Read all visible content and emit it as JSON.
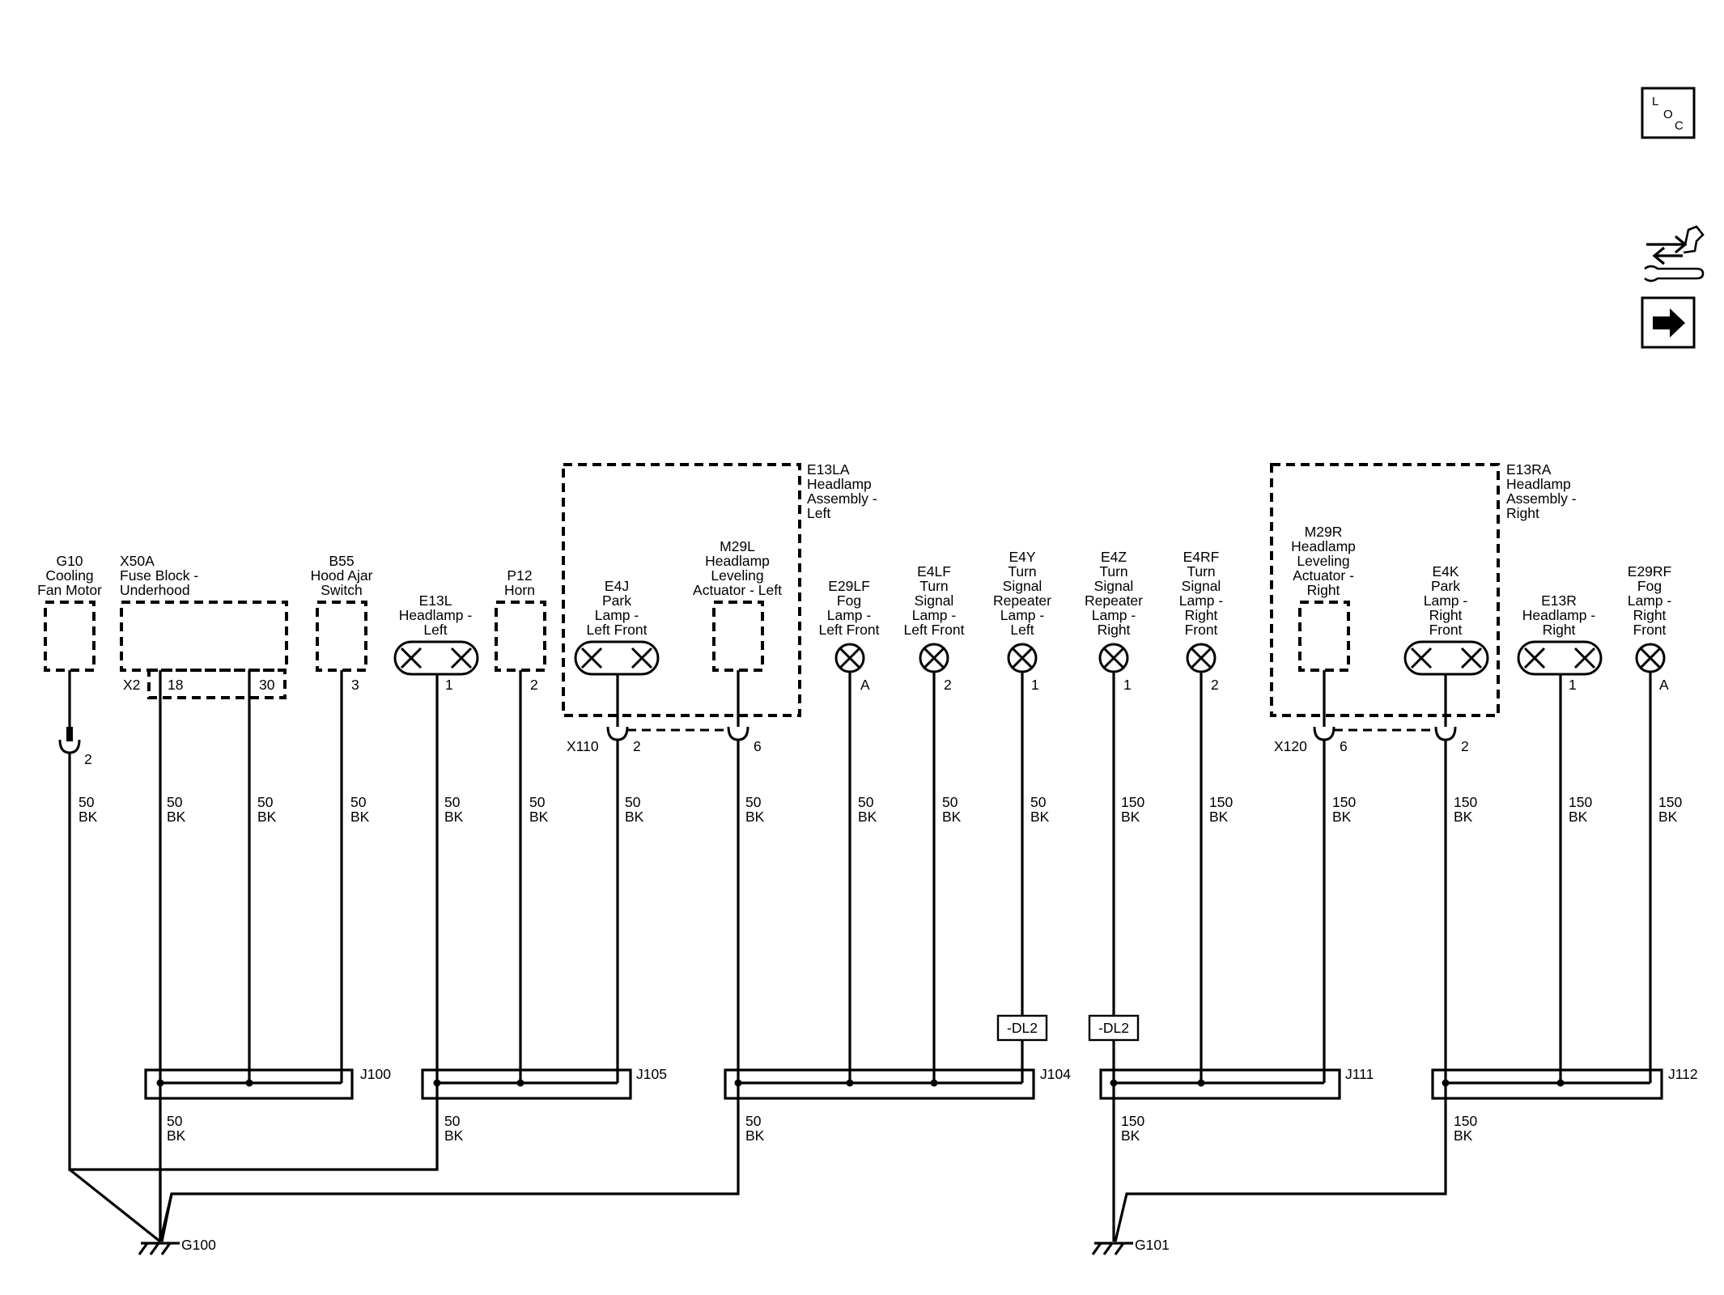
{
  "nav": {
    "loc": [
      "L",
      "O",
      "C"
    ]
  },
  "assemblies": [
    {
      "id": "e13la",
      "lines": [
        "E13LA",
        "Headlamp",
        "Assembly -",
        "Left"
      ]
    },
    {
      "id": "e13ra",
      "lines": [
        "E13RA",
        "Headlamp",
        "Assembly -",
        "Right"
      ]
    }
  ],
  "components": [
    {
      "id": "g10",
      "lines": [
        "G10",
        "Cooling",
        "Fan Motor"
      ],
      "pins": [
        "2"
      ]
    },
    {
      "id": "x50a",
      "lines": [
        "X50A",
        "Fuse Block -",
        "Underhood"
      ],
      "pins": [
        "X2",
        "18",
        "30"
      ]
    },
    {
      "id": "b55",
      "lines": [
        "B55",
        "Hood Ajar",
        "Switch"
      ],
      "pins": [
        "3"
      ]
    },
    {
      "id": "e13l",
      "lines": [
        "E13L",
        "Headlamp -",
        "Left"
      ],
      "pins": [
        "1"
      ]
    },
    {
      "id": "p12",
      "lines": [
        "P12",
        "Horn"
      ],
      "pins": [
        "2"
      ]
    },
    {
      "id": "e4j",
      "lines": [
        "E4J",
        "Park",
        "Lamp -",
        "Left Front"
      ],
      "pins": []
    },
    {
      "id": "m29l",
      "lines": [
        "M29L",
        "Headlamp",
        "Leveling",
        "Actuator - Left"
      ],
      "pins": []
    },
    {
      "id": "e29lf",
      "lines": [
        "E29LF",
        "Fog",
        "Lamp -",
        "Left Front"
      ],
      "pins": [
        "A"
      ]
    },
    {
      "id": "e4lf",
      "lines": [
        "E4LF",
        "Turn",
        "Signal",
        "Lamp -",
        "Left Front"
      ],
      "pins": [
        "2"
      ]
    },
    {
      "id": "e4y",
      "lines": [
        "E4Y",
        "Turn",
        "Signal",
        "Repeater",
        "Lamp -",
        "Left"
      ],
      "pins": [
        "1"
      ]
    },
    {
      "id": "e4z",
      "lines": [
        "E4Z",
        "Turn",
        "Signal",
        "Repeater",
        "Lamp -",
        "Right"
      ],
      "pins": [
        "1"
      ]
    },
    {
      "id": "e4rf",
      "lines": [
        "E4RF",
        "Turn",
        "Signal",
        "Lamp -",
        "Right",
        "Front"
      ],
      "pins": [
        "2"
      ]
    },
    {
      "id": "m29r",
      "lines": [
        "M29R",
        "Headlamp",
        "Leveling",
        "Actuator -",
        "Right"
      ],
      "pins": []
    },
    {
      "id": "e4k",
      "lines": [
        "E4K",
        "Park",
        "Lamp -",
        "Right",
        "Front"
      ],
      "pins": []
    },
    {
      "id": "e13r",
      "lines": [
        "E13R",
        "Headlamp -",
        "Right"
      ],
      "pins": [
        "1"
      ]
    },
    {
      "id": "e29rf",
      "lines": [
        "E29RF",
        "Fog",
        "Lamp -",
        "Right",
        "Front"
      ],
      "pins": [
        "A"
      ]
    }
  ],
  "connectors": [
    {
      "id": "x110",
      "label": "X110",
      "pins": [
        "2",
        "6"
      ]
    },
    {
      "id": "x120",
      "label": "X120",
      "pins": [
        "6",
        "2"
      ]
    }
  ],
  "wires": {
    "upper": [
      {
        "circuit": "50",
        "color": "BK"
      },
      {
        "circuit": "50",
        "color": "BK"
      },
      {
        "circuit": "50",
        "color": "BK"
      },
      {
        "circuit": "50",
        "color": "BK"
      },
      {
        "circuit": "50",
        "color": "BK"
      },
      {
        "circuit": "50",
        "color": "BK"
      },
      {
        "circuit": "50",
        "color": "BK"
      },
      {
        "circuit": "50",
        "color": "BK"
      },
      {
        "circuit": "50",
        "color": "BK"
      },
      {
        "circuit": "50",
        "color": "BK"
      },
      {
        "circuit": "50",
        "color": "BK"
      },
      {
        "circuit": "150",
        "color": "BK"
      },
      {
        "circuit": "150",
        "color": "BK"
      },
      {
        "circuit": "150",
        "color": "BK"
      },
      {
        "circuit": "150",
        "color": "BK"
      },
      {
        "circuit": "150",
        "color": "BK"
      },
      {
        "circuit": "150",
        "color": "BK"
      }
    ],
    "lower": [
      {
        "circuit": "50",
        "color": "BK"
      },
      {
        "circuit": "50",
        "color": "BK"
      },
      {
        "circuit": "50",
        "color": "BK"
      },
      {
        "circuit": "150",
        "color": "BK"
      },
      {
        "circuit": "150",
        "color": "BK"
      }
    ]
  },
  "splices": [
    "J100",
    "J105",
    "J104",
    "J111",
    "J112"
  ],
  "tags": [
    "-DL2",
    "-DL2"
  ],
  "grounds": [
    "G100",
    "G101"
  ]
}
